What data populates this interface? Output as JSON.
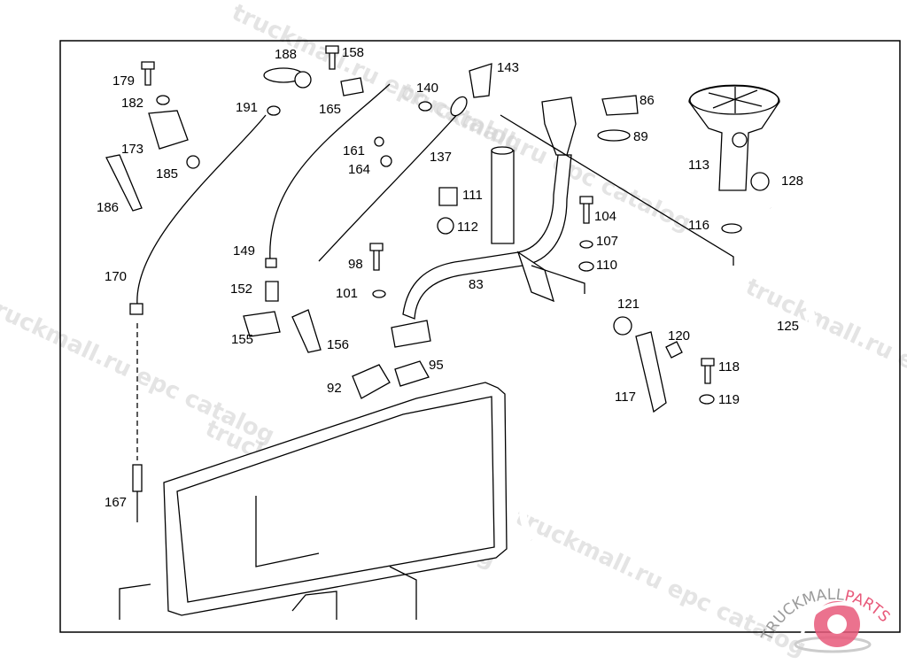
{
  "diagram": {
    "part_numbers": [
      "179",
      "182",
      "173",
      "185",
      "186",
      "188",
      "158",
      "191",
      "165",
      "140",
      "143",
      "86",
      "89",
      "161",
      "164",
      "137",
      "113",
      "128",
      "111",
      "112",
      "104",
      "116",
      "107",
      "110",
      "149",
      "98",
      "170",
      "152",
      "83",
      "101",
      "121",
      "155",
      "156",
      "120",
      "125",
      "95",
      "118",
      "92",
      "117",
      "119",
      "167"
    ],
    "watermark": "truckmall.ru epc catalog",
    "logo": {
      "word1": "TRUCKMALL",
      "word2": "PARTS",
      "color_gray": "#9a9a9a",
      "color_red": "#e8597a"
    }
  }
}
